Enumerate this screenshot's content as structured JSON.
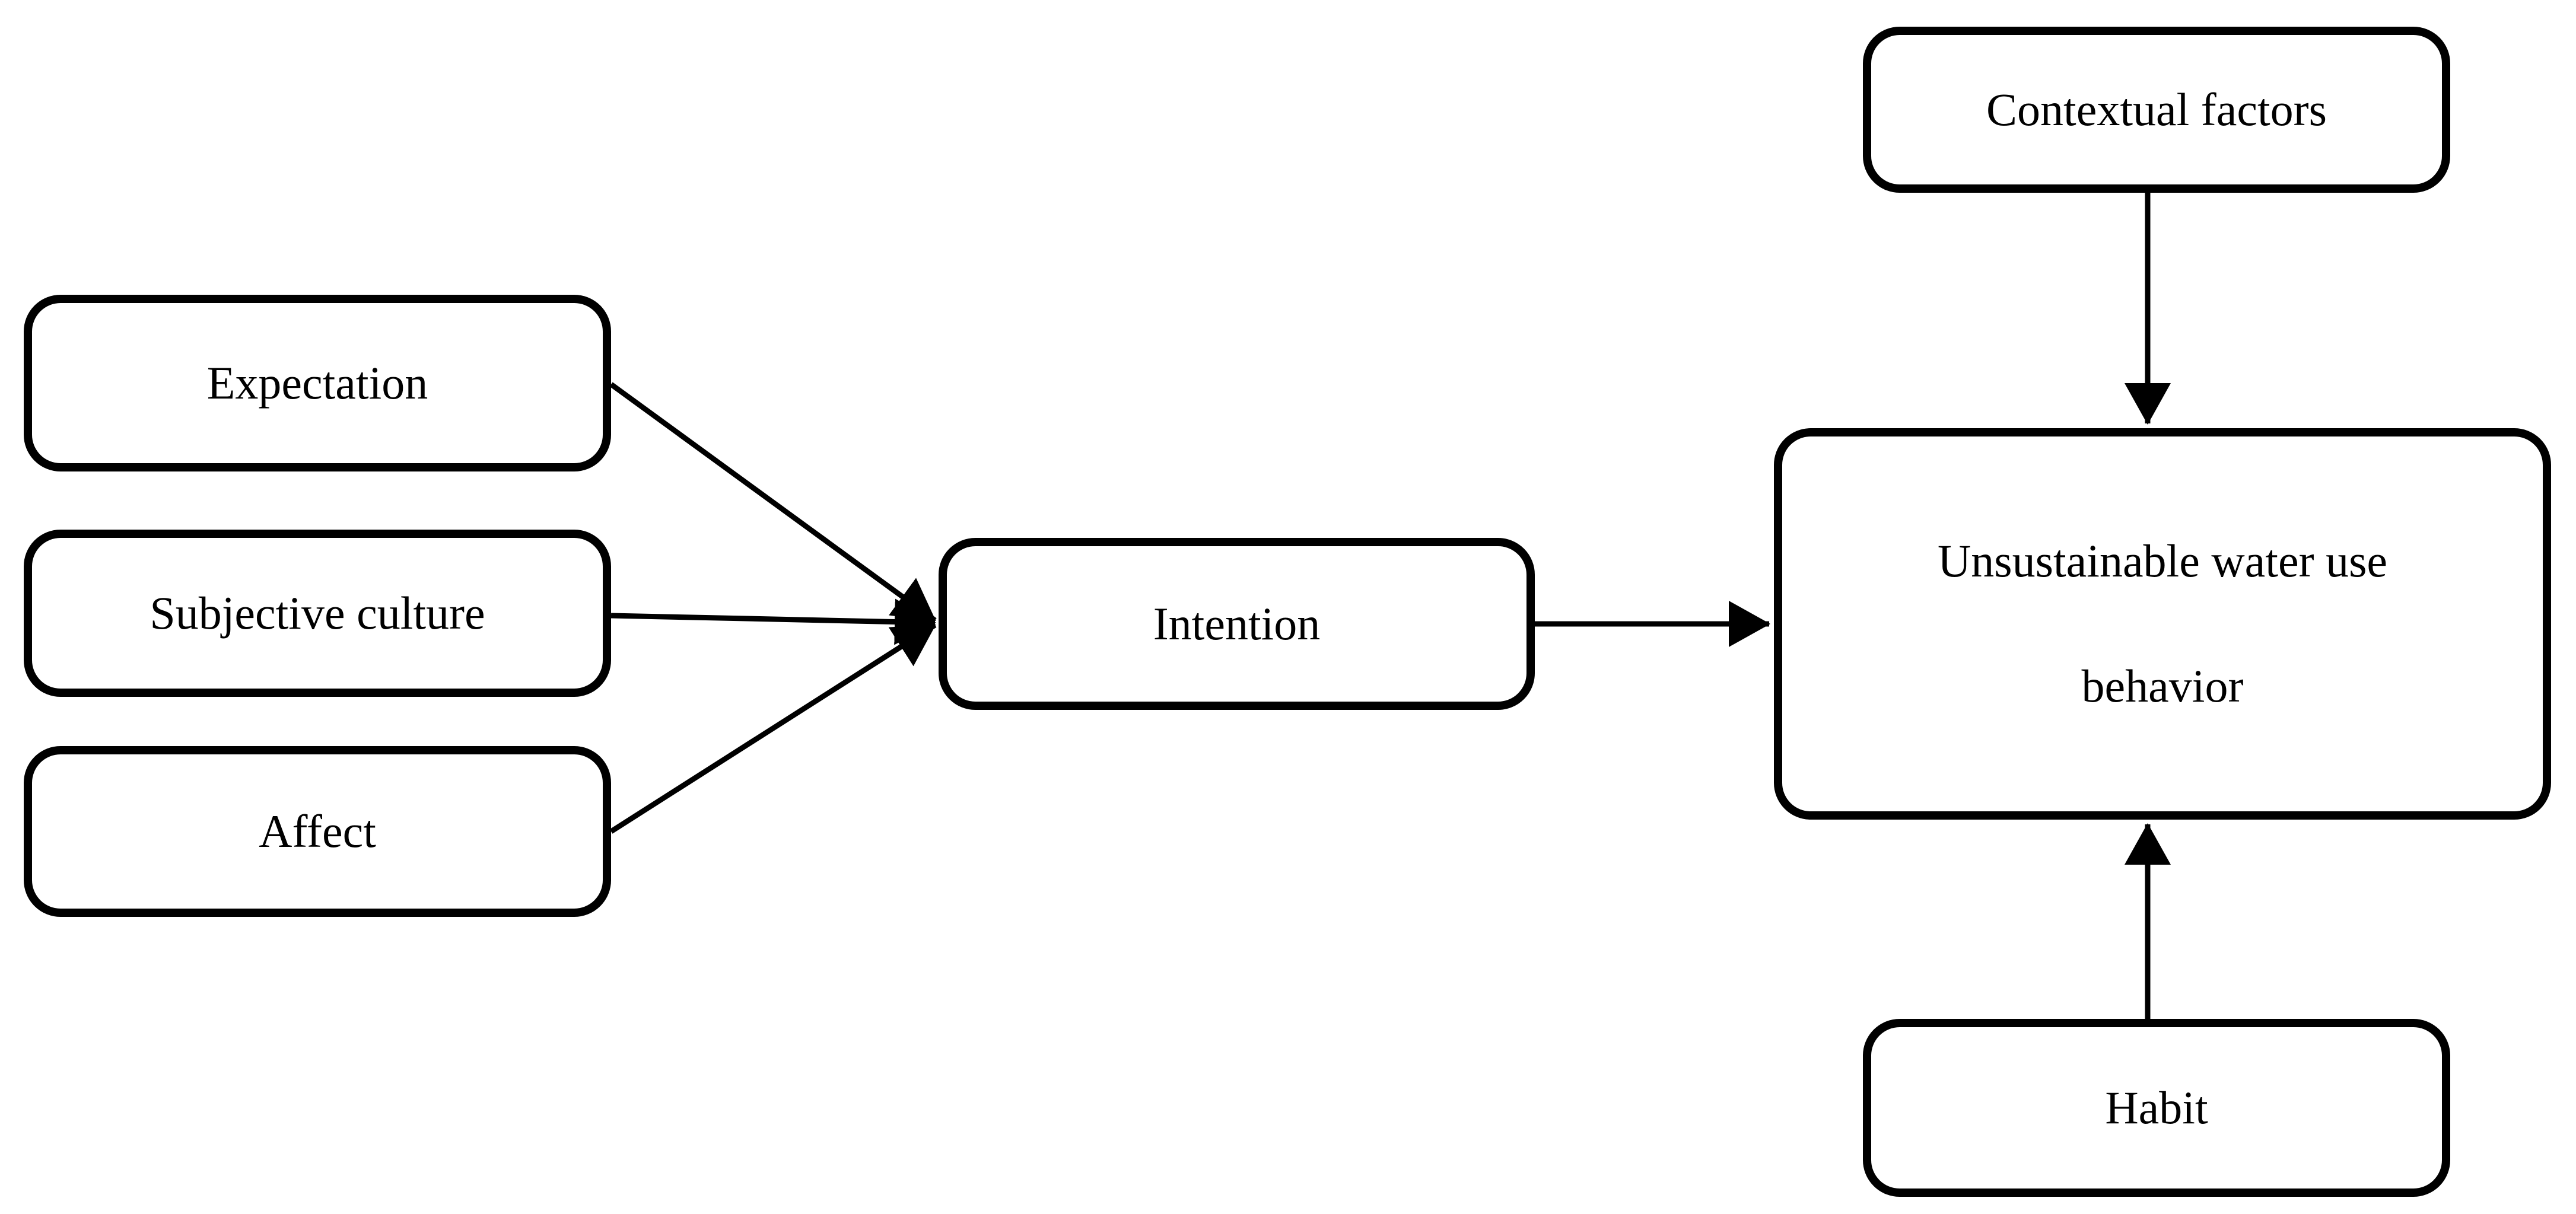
{
  "diagram": {
    "type": "flow-diagram",
    "colors": {
      "stroke": "#000000",
      "node_fill": "#ffffff",
      "text": "#000000",
      "background": "#ffffff"
    },
    "nodes": {
      "expectation": {
        "label": "Expectation"
      },
      "subjective_culture": {
        "label": "Subjective culture"
      },
      "affect": {
        "label": "Affect"
      },
      "intention": {
        "label": "Intention"
      },
      "behavior": {
        "label": "Unsustainable water use\nbehavior"
      },
      "contextual_factors": {
        "label": "Contextual factors"
      },
      "habit": {
        "label": "Habit"
      }
    },
    "edges": [
      {
        "from": "expectation",
        "to": "intention",
        "arrow": "filled-triangle"
      },
      {
        "from": "subjective_culture",
        "to": "intention",
        "arrow": "filled-triangle"
      },
      {
        "from": "affect",
        "to": "intention",
        "arrow": "filled-triangle"
      },
      {
        "from": "intention",
        "to": "behavior",
        "arrow": "filled-triangle"
      },
      {
        "from": "contextual_factors",
        "to": "behavior",
        "arrow": "filled-triangle"
      },
      {
        "from": "habit",
        "to": "behavior",
        "arrow": "filled-triangle"
      }
    ]
  }
}
